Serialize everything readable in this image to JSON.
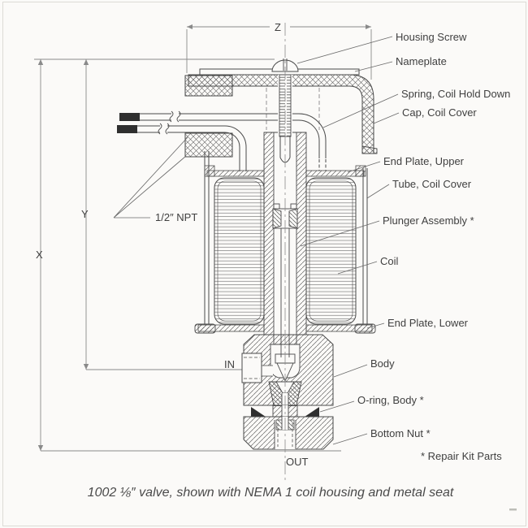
{
  "page": {
    "caption": "1002 ⅛″ valve, shown with NEMA 1 coil housing and metal seat",
    "footnote": "* Repair Kit Parts",
    "dimension_labels": {
      "x": "X",
      "y": "Y",
      "z": "Z"
    },
    "port_labels": {
      "inlet": "IN",
      "outlet": "OUT"
    },
    "conduit_label": "1/2″ NPT",
    "part_labels": [
      "Housing Screw",
      "Nameplate",
      "Spring, Coil Hold Down",
      "Cap, Coil Cover",
      "End Plate, Upper",
      "Tube, Coil Cover",
      "Plunger Assembly *",
      "Coil",
      "End Plate, Lower",
      "Body",
      "O-ring, Body *",
      "Bottom Nut *"
    ],
    "colors": {
      "line": "#4a4a4a",
      "dim_line": "#8a8a8a",
      "text": "#3f3f3f",
      "wire_tip": "#2f2f2f",
      "oring": "#2f2f2f",
      "background": "#fbfaf8"
    }
  }
}
